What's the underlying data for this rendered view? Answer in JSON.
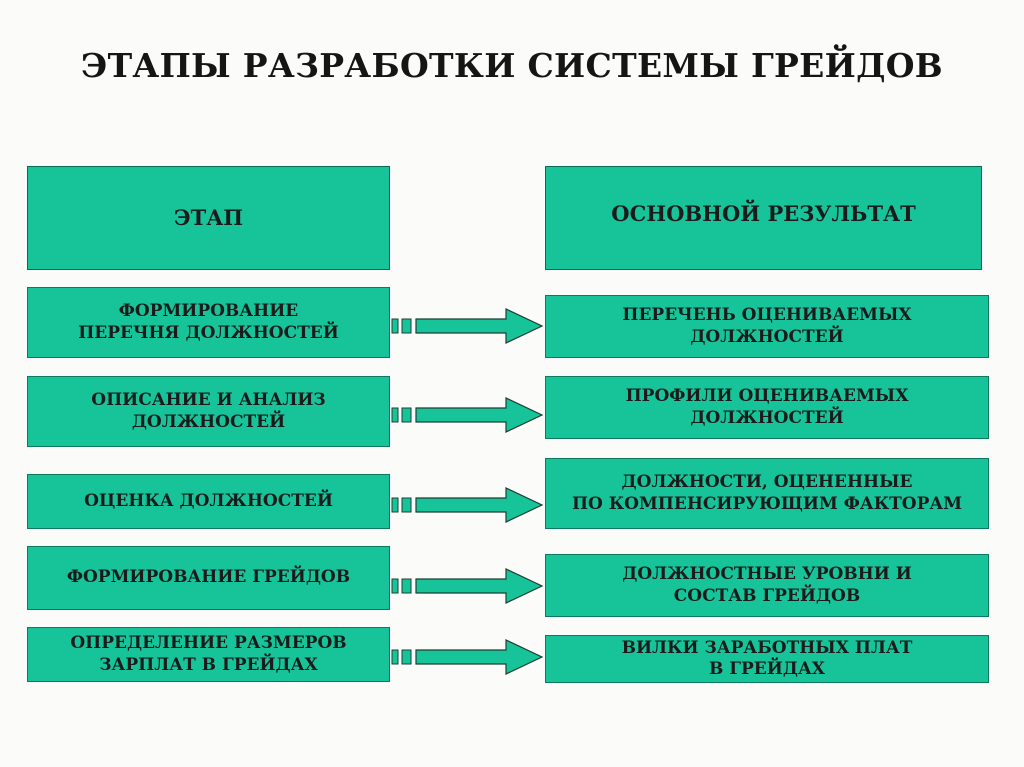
{
  "title": "ЭТАПЫ РАЗРАБОТКИ СИСТЕМЫ ГРЕЙДОВ",
  "headers": {
    "stage": "ЭТАП",
    "result": "ОСНОВНОЙ РЕЗУЛЬТАТ"
  },
  "rows": [
    {
      "stage": [
        "ФОРМИРОВАНИЕ",
        "ПЕРЕЧНЯ ДОЛЖНОСТЕЙ"
      ],
      "result": [
        "ПЕРЕЧЕНЬ ОЦЕНИВАЕМЫХ",
        "ДОЛЖНОСТЕЙ"
      ]
    },
    {
      "stage": [
        "ОПИСАНИЕ И АНАЛИЗ",
        "ДОЛЖНОСТЕЙ"
      ],
      "result": [
        "ПРОФИЛИ ОЦЕНИВАЕМЫХ",
        "ДОЛЖНОСТЕЙ"
      ]
    },
    {
      "stage": [
        "ОЦЕНКА ДОЛЖНОСТЕЙ"
      ],
      "result": [
        "ДОЛЖНОСТИ, ОЦЕНЕННЫЕ",
        "ПО КОМПЕНСИРУЮЩИМ ФАКТОРАМ"
      ]
    },
    {
      "stage": [
        "ФОРМИРОВАНИЕ ГРЕЙДОВ"
      ],
      "result": [
        "ДОЛЖНОСТНЫЕ УРОВНИ И",
        "СОСТАВ ГРЕЙДОВ"
      ]
    },
    {
      "stage": [
        "ОПРЕДЕЛЕНИЕ РАЗМЕРОВ",
        "ЗАРПЛАТ В ГРЕЙДАХ"
      ],
      "result": [
        "ВИЛКИ ЗАРАБОТНЫХ ПЛАТ",
        "В ГРЕЙДАХ"
      ]
    }
  ],
  "colors": {
    "box_fill": "#17c49a",
    "box_border": "#0e7a5c",
    "arrow_fill": "#17c49a"
  },
  "icons": {
    "connector": "block-arrow-right-icon"
  }
}
